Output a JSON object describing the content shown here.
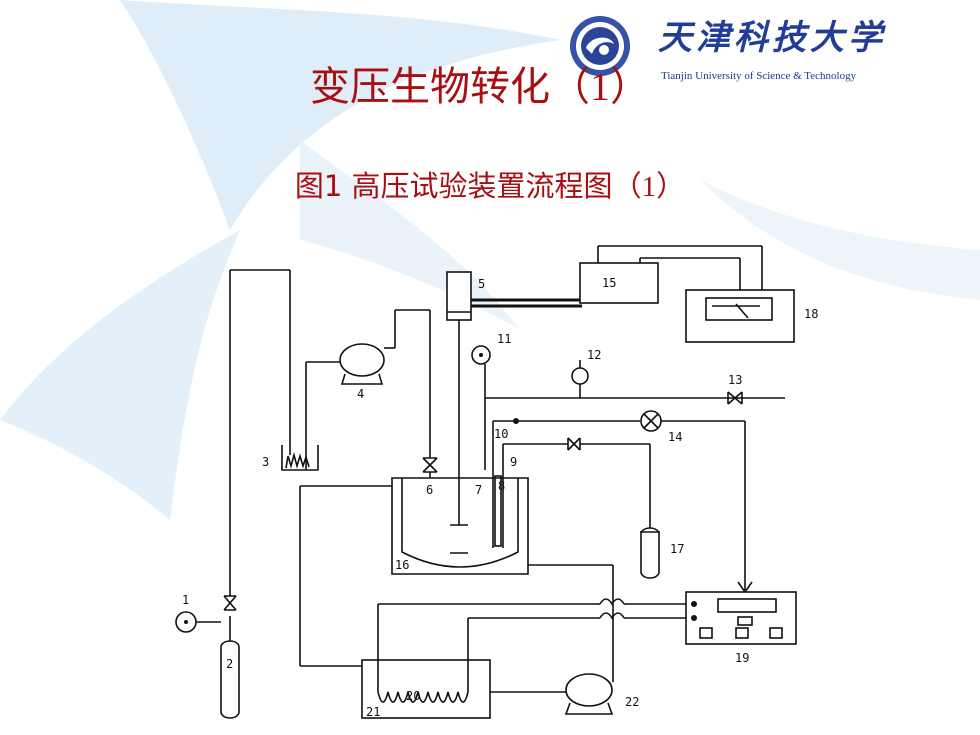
{
  "slide": {
    "title": "变压生物转化",
    "title_number": "1",
    "subtitle": "图1 高压试验装置流程图",
    "subtitle_number": "1"
  },
  "logo": {
    "name_cn": "天津科技大学",
    "name_en": "Tianjin University of Science & Technology"
  },
  "diagram_labels": {
    "l1": "1",
    "l2": "2",
    "l3": "3",
    "l4": "4",
    "l5": "5",
    "l6": "6",
    "l7": "7",
    "l8": "8",
    "l9": "9",
    "l10": "10",
    "l11": "11",
    "l12": "12",
    "l13": "13",
    "l14": "14",
    "l15": "15",
    "l16": "16",
    "l17": "17",
    "l18": "18",
    "l19": "19",
    "l20": "20",
    "l21": "21",
    "l22": "22"
  },
  "colors": {
    "title": "#a80f12",
    "logo_blue": "#233d97",
    "background_swoosh": "#dbeaf6"
  }
}
